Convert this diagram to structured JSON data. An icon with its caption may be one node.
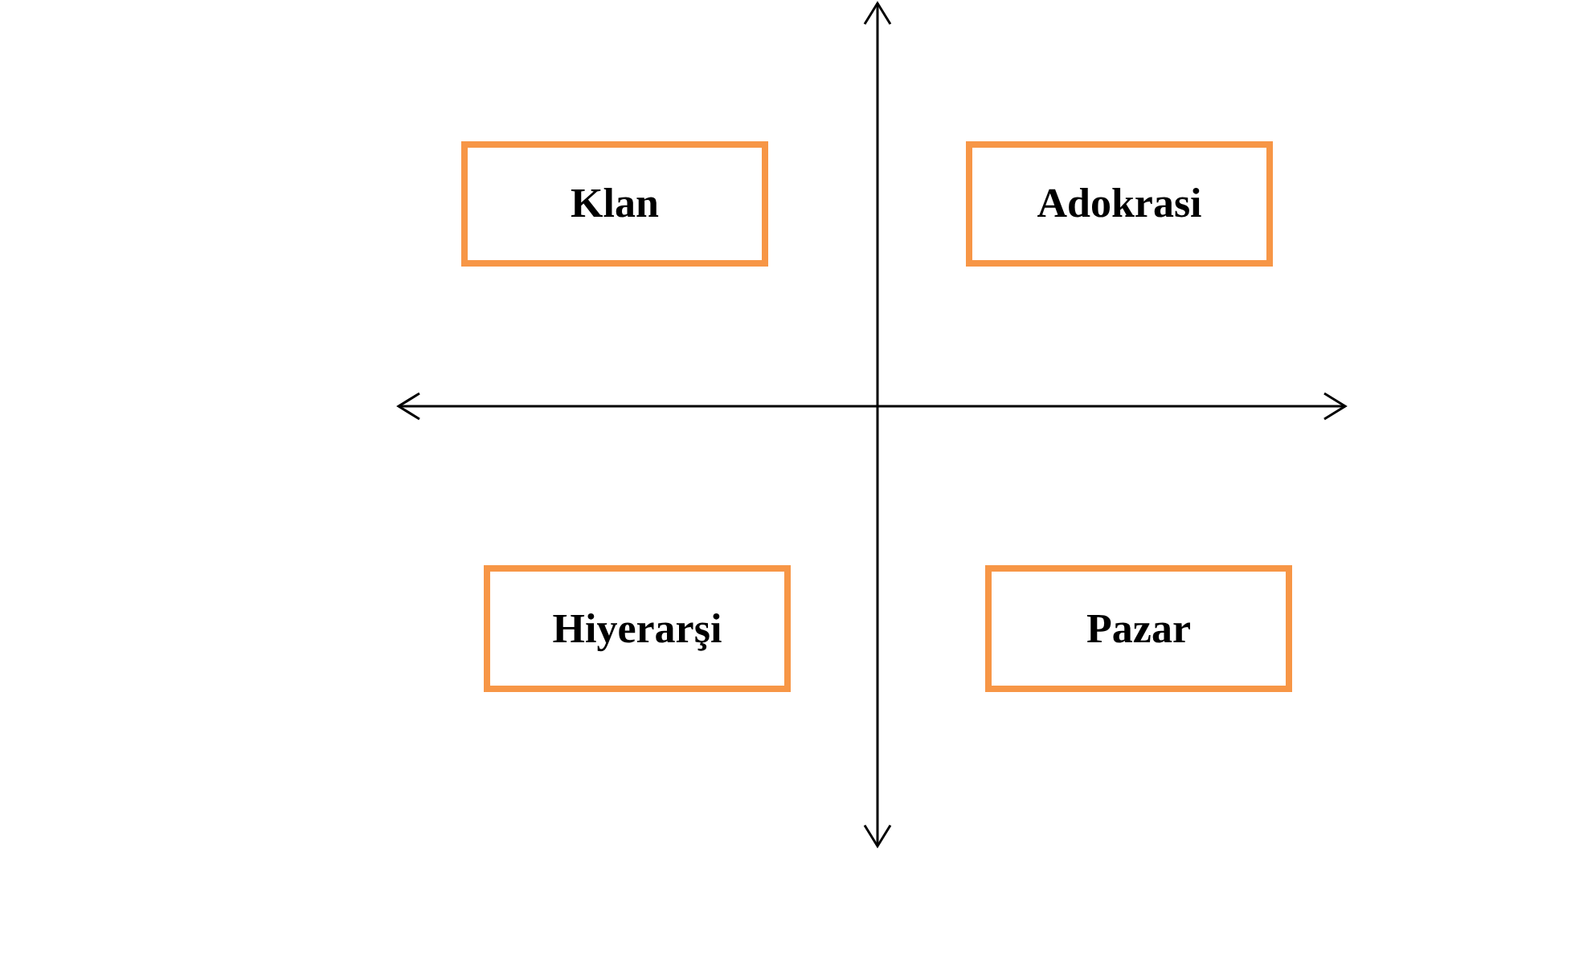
{
  "diagram": {
    "nodes": [
      {
        "text": [
          "Klan"
        ]
      },
      {
        "text": [
          "Adokrasi"
        ]
      },
      {
        "text": [
          "Hiyerarşi"
        ]
      },
      {
        "text": [
          "Pazar"
        ]
      }
    ]
  }
}
